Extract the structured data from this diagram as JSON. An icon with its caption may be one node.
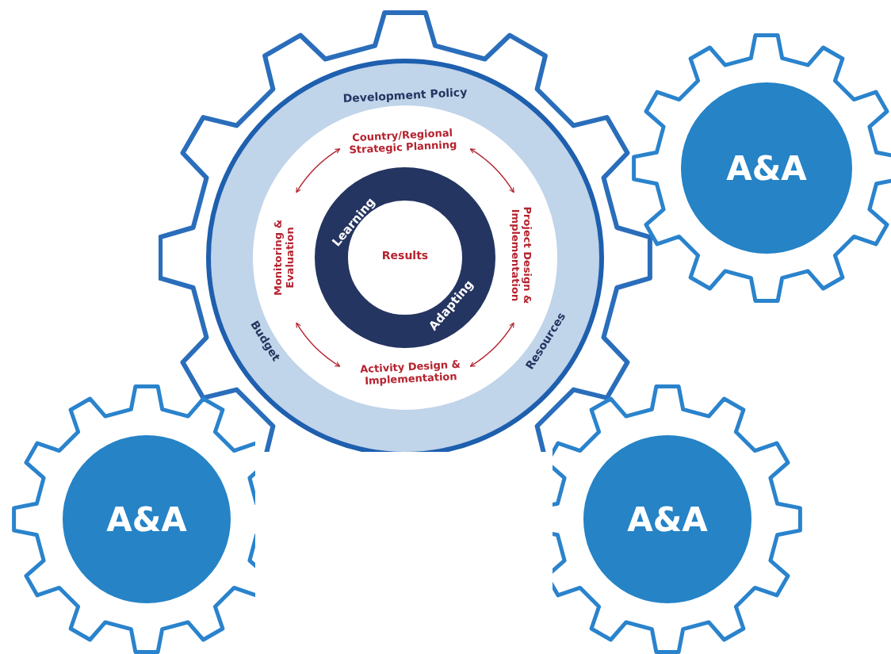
{
  "diagram": {
    "nodes": [
      {
        "text": [
          "Development Policy",
          "Budget",
          "Resources"
        ]
      },
      {
        "text": [
          "Country/Regional Strategic Planning"
        ],
        "in": 0
      },
      {
        "text": [
          "Project Design & Implementation"
        ],
        "in": 0
      },
      {
        "text": [
          "Activity Design & Implementation"
        ],
        "in": 0
      },
      {
        "text": [
          "Monitoring & Evaluation"
        ],
        "in": 0
      },
      {
        "text": [
          "Learning",
          "Adapting"
        ],
        "in": 0
      },
      {
        "text": [
          "Results"
        ],
        "in": 5
      },
      {
        "text": [
          "A&A"
        ]
      },
      {
        "text": [
          "A&A"
        ]
      },
      {
        "text": [
          "A&A"
        ]
      }
    ],
    "edges": [
      {
        "from": 1,
        "to": 2,
        "arrow": "both"
      },
      {
        "from": 2,
        "to": 3,
        "arrow": "both"
      },
      {
        "from": 3,
        "to": 4,
        "arrow": "both"
      },
      {
        "from": 4,
        "to": 1,
        "arrow": "both"
      }
    ]
  }
}
